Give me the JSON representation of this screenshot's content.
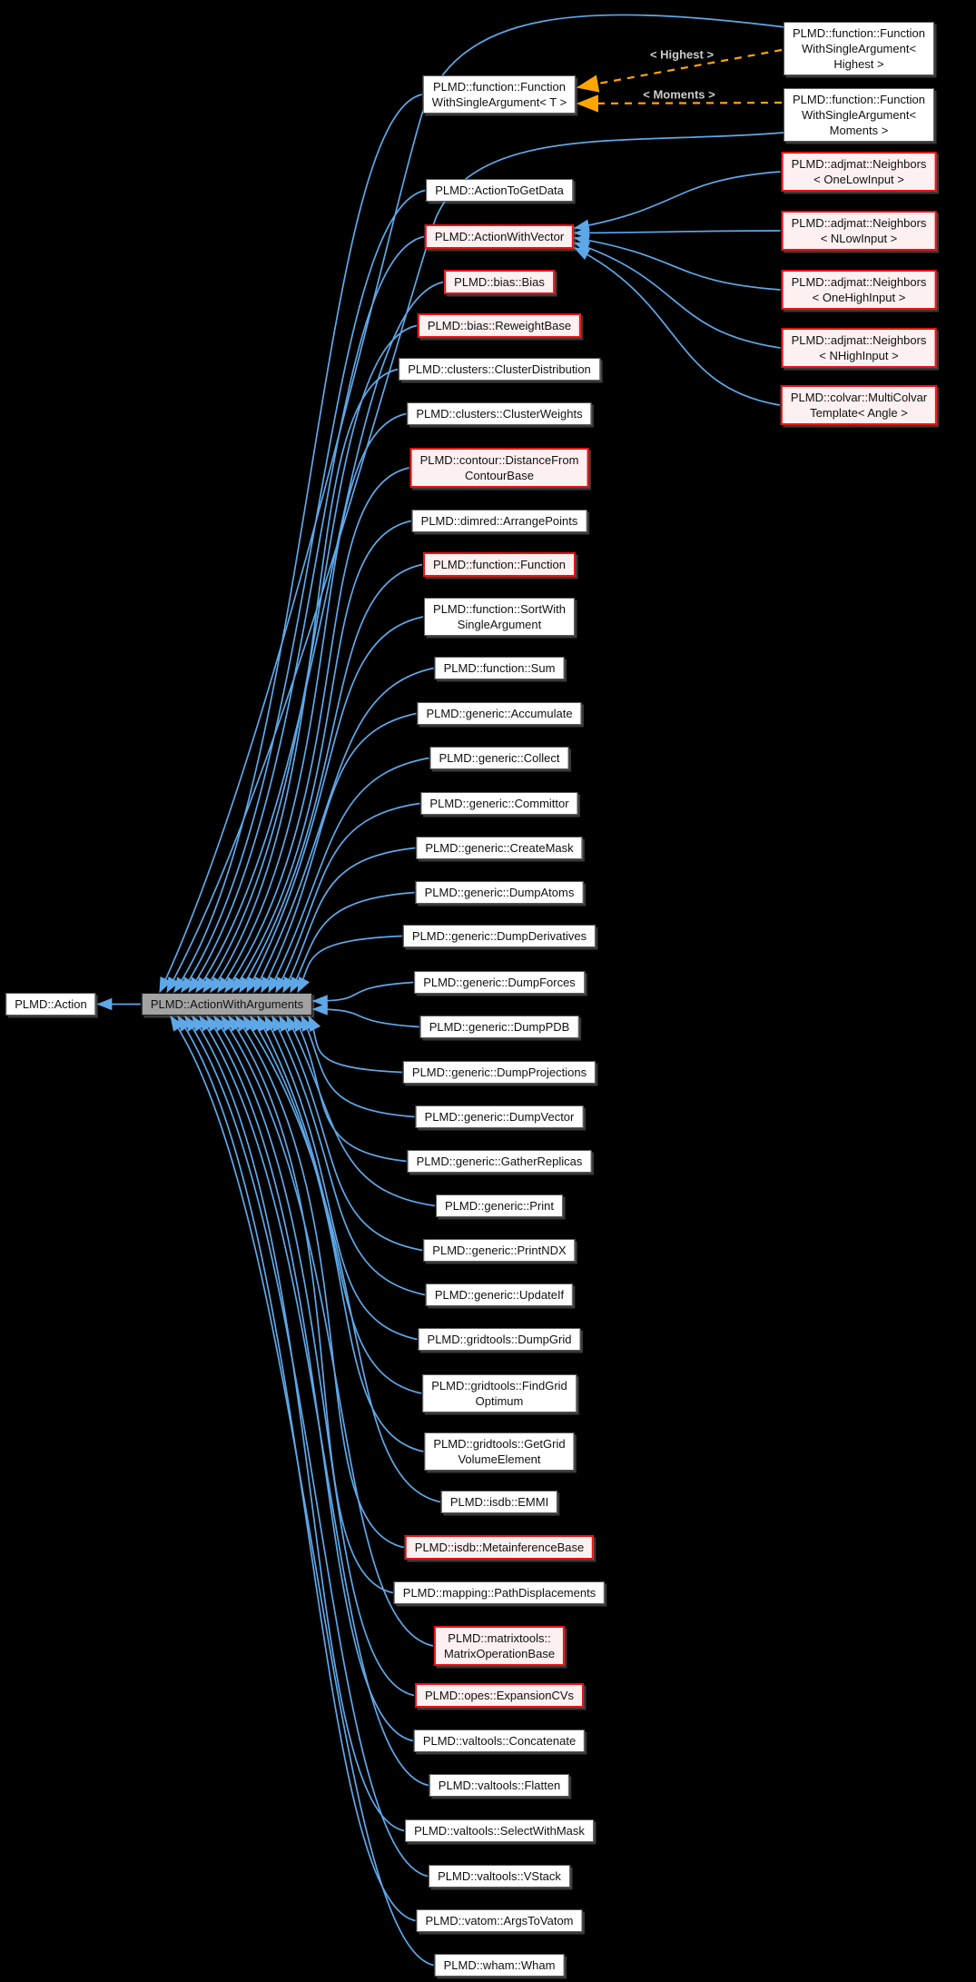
{
  "colors": {
    "background": "#000000",
    "inheritance_edge": "#5fa8e8",
    "template_edge": "#ffa500",
    "highlight_border": "#ee1111",
    "highlight_fill": "#fdf0f0",
    "focus_node_fill": "#a2a2a2",
    "node_fill": "#ffffff"
  },
  "edge_labels": {
    "highest": "< Highest >",
    "moments": "< Moments >"
  },
  "nodes": {
    "action": {
      "label": "PLMD::Action"
    },
    "awa": {
      "label": "PLMD::ActionWithArguments"
    },
    "fwsaT": {
      "label": [
        "PLMD::function::Function",
        "WithSingleArgument< T >"
      ]
    },
    "toGetData": {
      "label": "PLMD::ActionToGetData"
    },
    "awv": {
      "label": "PLMD::ActionWithVector"
    },
    "bias": {
      "label": "PLMD::bias::Bias"
    },
    "reweight": {
      "label": "PLMD::bias::ReweightBase"
    },
    "clusterDist": {
      "label": "PLMD::clusters::ClusterDistribution"
    },
    "clusterW": {
      "label": "PLMD::clusters::ClusterWeights"
    },
    "dfcb": {
      "label": [
        "PLMD::contour::DistanceFrom",
        "ContourBase"
      ]
    },
    "arrange": {
      "label": "PLMD::dimred::ArrangePoints"
    },
    "function": {
      "label": "PLMD::function::Function"
    },
    "sortWSA": {
      "label": [
        "PLMD::function::SortWith",
        "SingleArgument"
      ]
    },
    "sum": {
      "label": "PLMD::function::Sum"
    },
    "accumulate": {
      "label": "PLMD::generic::Accumulate"
    },
    "collect": {
      "label": "PLMD::generic::Collect"
    },
    "committor": {
      "label": "PLMD::generic::Committor"
    },
    "createMask": {
      "label": "PLMD::generic::CreateMask"
    },
    "dumpAtoms": {
      "label": "PLMD::generic::DumpAtoms"
    },
    "dumpDeriv": {
      "label": "PLMD::generic::DumpDerivatives"
    },
    "dumpForces": {
      "label": "PLMD::generic::DumpForces"
    },
    "dumpPDB": {
      "label": "PLMD::generic::DumpPDB"
    },
    "dumpProj": {
      "label": "PLMD::generic::DumpProjections"
    },
    "dumpVector": {
      "label": "PLMD::generic::DumpVector"
    },
    "gatherReplicas": {
      "label": "PLMD::generic::GatherReplicas"
    },
    "print": {
      "label": "PLMD::generic::Print"
    },
    "printNDX": {
      "label": "PLMD::generic::PrintNDX"
    },
    "updateIf": {
      "label": "PLMD::generic::UpdateIf"
    },
    "dumpGrid": {
      "label": "PLMD::gridtools::DumpGrid"
    },
    "findGridOpt": {
      "label": [
        "PLMD::gridtools::FindGrid",
        "Optimum"
      ]
    },
    "getGridVol": {
      "label": [
        "PLMD::gridtools::GetGrid",
        "VolumeElement"
      ]
    },
    "emmi": {
      "label": "PLMD::isdb::EMMI"
    },
    "metaInf": {
      "label": "PLMD::isdb::MetainferenceBase"
    },
    "pathDisp": {
      "label": "PLMD::mapping::PathDisplacements"
    },
    "matrixOp": {
      "label": [
        "PLMD::matrixtools::",
        "MatrixOperationBase"
      ]
    },
    "expCVs": {
      "label": "PLMD::opes::ExpansionCVs"
    },
    "concat": {
      "label": "PLMD::valtools::Concatenate"
    },
    "flatten": {
      "label": "PLMD::valtools::Flatten"
    },
    "selectWM": {
      "label": "PLMD::valtools::SelectWithMask"
    },
    "vstack": {
      "label": "PLMD::valtools::VStack"
    },
    "argsToVatom": {
      "label": "PLMD::vatom::ArgsToVatom"
    },
    "wham": {
      "label": "PLMD::wham::Wham"
    },
    "fwsaHighest": {
      "label": [
        "PLMD::function::Function",
        "WithSingleArgument< Highest >"
      ]
    },
    "fwsaMoments": {
      "label": [
        "PLMD::function::Function",
        "WithSingleArgument< Moments >"
      ]
    },
    "nOneLow": {
      "label": [
        "PLMD::adjmat::Neighbors",
        "< OneLowInput >"
      ]
    },
    "nNLow": {
      "label": [
        "PLMD::adjmat::Neighbors",
        "< NLowInput >"
      ]
    },
    "nOneHigh": {
      "label": [
        "PLMD::adjmat::Neighbors",
        "< OneHighInput >"
      ]
    },
    "nNHigh": {
      "label": [
        "PLMD::adjmat::Neighbors",
        "< NHighInput >"
      ]
    },
    "mct": {
      "label": [
        "PLMD::colvar::MultiColvar",
        "Template< Angle >"
      ]
    }
  },
  "edges": [
    {
      "from": "awa",
      "to": "action",
      "type": "inheritance"
    },
    {
      "from": "fwsaT",
      "to": "awa",
      "type": "inheritance"
    },
    {
      "from": "toGetData",
      "to": "awa",
      "type": "inheritance"
    },
    {
      "from": "awv",
      "to": "awa",
      "type": "inheritance"
    },
    {
      "from": "bias",
      "to": "awa",
      "type": "inheritance"
    },
    {
      "from": "reweight",
      "to": "awa",
      "type": "inheritance"
    },
    {
      "from": "clusterDist",
      "to": "awa",
      "type": "inheritance"
    },
    {
      "from": "clusterW",
      "to": "awa",
      "type": "inheritance"
    },
    {
      "from": "dfcb",
      "to": "awa",
      "type": "inheritance"
    },
    {
      "from": "arrange",
      "to": "awa",
      "type": "inheritance"
    },
    {
      "from": "function",
      "to": "awa",
      "type": "inheritance"
    },
    {
      "from": "sortWSA",
      "to": "awa",
      "type": "inheritance"
    },
    {
      "from": "sum",
      "to": "awa",
      "type": "inheritance"
    },
    {
      "from": "accumulate",
      "to": "awa",
      "type": "inheritance"
    },
    {
      "from": "collect",
      "to": "awa",
      "type": "inheritance"
    },
    {
      "from": "committor",
      "to": "awa",
      "type": "inheritance"
    },
    {
      "from": "createMask",
      "to": "awa",
      "type": "inheritance"
    },
    {
      "from": "dumpAtoms",
      "to": "awa",
      "type": "inheritance"
    },
    {
      "from": "dumpDeriv",
      "to": "awa",
      "type": "inheritance"
    },
    {
      "from": "dumpForces",
      "to": "awa",
      "type": "inheritance"
    },
    {
      "from": "dumpPDB",
      "to": "awa",
      "type": "inheritance"
    },
    {
      "from": "dumpProj",
      "to": "awa",
      "type": "inheritance"
    },
    {
      "from": "dumpVector",
      "to": "awa",
      "type": "inheritance"
    },
    {
      "from": "gatherReplicas",
      "to": "awa",
      "type": "inheritance"
    },
    {
      "from": "print",
      "to": "awa",
      "type": "inheritance"
    },
    {
      "from": "printNDX",
      "to": "awa",
      "type": "inheritance"
    },
    {
      "from": "updateIf",
      "to": "awa",
      "type": "inheritance"
    },
    {
      "from": "dumpGrid",
      "to": "awa",
      "type": "inheritance"
    },
    {
      "from": "findGridOpt",
      "to": "awa",
      "type": "inheritance"
    },
    {
      "from": "getGridVol",
      "to": "awa",
      "type": "inheritance"
    },
    {
      "from": "emmi",
      "to": "awa",
      "type": "inheritance"
    },
    {
      "from": "metaInf",
      "to": "awa",
      "type": "inheritance"
    },
    {
      "from": "pathDisp",
      "to": "awa",
      "type": "inheritance"
    },
    {
      "from": "matrixOp",
      "to": "awa",
      "type": "inheritance"
    },
    {
      "from": "expCVs",
      "to": "awa",
      "type": "inheritance"
    },
    {
      "from": "concat",
      "to": "awa",
      "type": "inheritance"
    },
    {
      "from": "flatten",
      "to": "awa",
      "type": "inheritance"
    },
    {
      "from": "selectWM",
      "to": "awa",
      "type": "inheritance"
    },
    {
      "from": "vstack",
      "to": "awa",
      "type": "inheritance"
    },
    {
      "from": "argsToVatom",
      "to": "awa",
      "type": "inheritance"
    },
    {
      "from": "wham",
      "to": "awa",
      "type": "inheritance"
    },
    {
      "from": "fwsaHighest",
      "to": "awa",
      "type": "inheritance"
    },
    {
      "from": "fwsaMoments",
      "to": "awa",
      "type": "inheritance"
    },
    {
      "from": "nOneLow",
      "to": "awv",
      "type": "inheritance"
    },
    {
      "from": "nNLow",
      "to": "awv",
      "type": "inheritance"
    },
    {
      "from": "nOneHigh",
      "to": "awv",
      "type": "inheritance"
    },
    {
      "from": "nNHigh",
      "to": "awv",
      "type": "inheritance"
    },
    {
      "from": "mct",
      "to": "awv",
      "type": "inheritance"
    },
    {
      "from": "fwsaHighest",
      "to": "fwsaT",
      "type": "template",
      "label_key": "highest"
    },
    {
      "from": "fwsaMoments",
      "to": "fwsaT",
      "type": "template",
      "label_key": "moments"
    }
  ]
}
